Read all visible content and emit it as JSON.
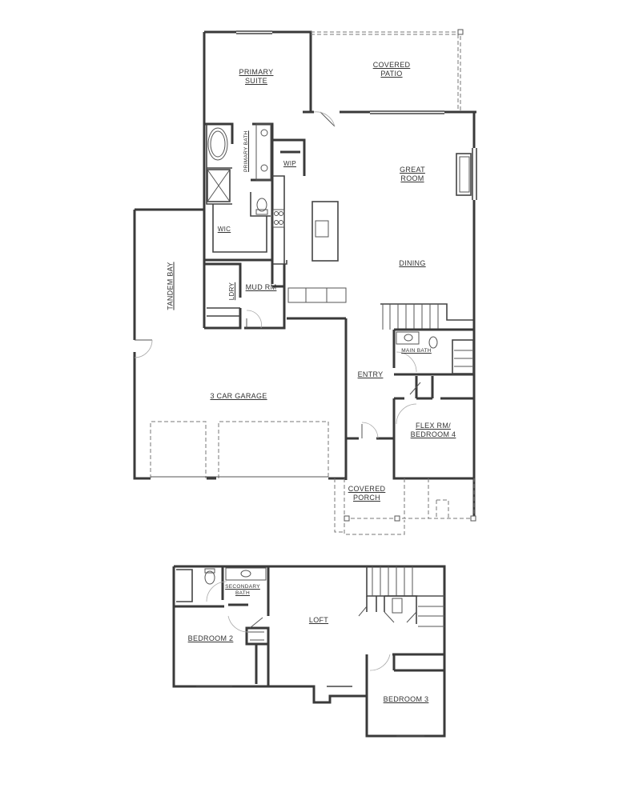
{
  "floor_plan": {
    "main_floor": {
      "rooms": [
        {
          "id": "primary-suite",
          "label": "PRIMARY\nSUITE"
        },
        {
          "id": "covered-patio",
          "label": "COVERED\nPATIO"
        },
        {
          "id": "primary-bath",
          "label": "PRIMARY BATH"
        },
        {
          "id": "wip",
          "label": "WIP"
        },
        {
          "id": "great-room",
          "label": "GREAT\nROOM"
        },
        {
          "id": "wic",
          "label": "WIC"
        },
        {
          "id": "dining",
          "label": "DINING"
        },
        {
          "id": "tandem-bay",
          "label": "TANDEM BAY"
        },
        {
          "id": "ldry",
          "label": "LDRY"
        },
        {
          "id": "mud-rm",
          "label": "MUD RM"
        },
        {
          "id": "main-bath",
          "label": "MAIN BATH"
        },
        {
          "id": "entry",
          "label": "ENTRY"
        },
        {
          "id": "garage",
          "label": "3 CAR GARAGE"
        },
        {
          "id": "flex-rm",
          "label": "FLEX RM/\nBEDROOM 4"
        },
        {
          "id": "covered-porch",
          "label": "COVERED\nPORCH"
        }
      ]
    },
    "upper_floor": {
      "rooms": [
        {
          "id": "secondary-bath",
          "label": "SECONDARY\nBATH"
        },
        {
          "id": "bedroom-2",
          "label": "BEDROOM 2"
        },
        {
          "id": "loft",
          "label": "LOFT"
        },
        {
          "id": "bedroom-3",
          "label": "BEDROOM 3"
        }
      ]
    }
  }
}
